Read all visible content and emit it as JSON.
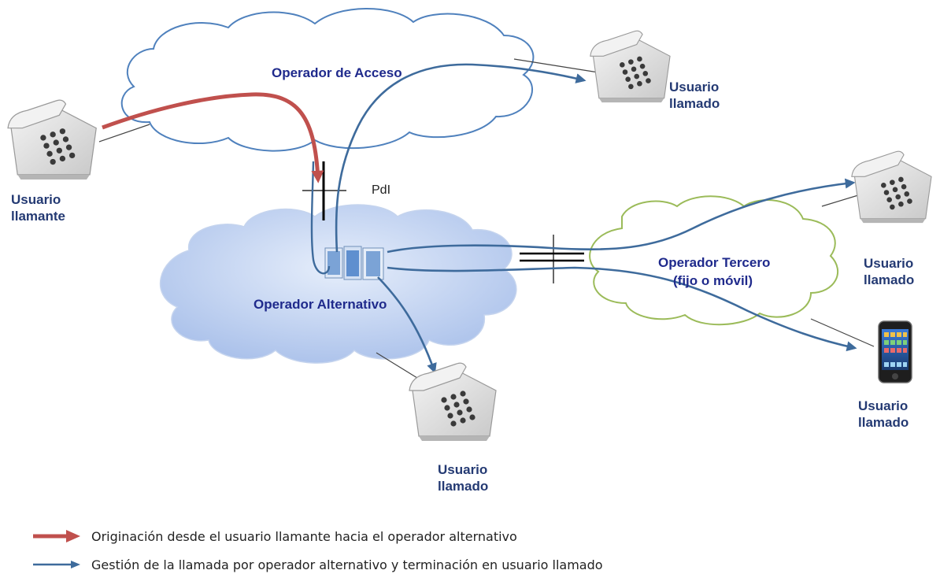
{
  "clouds": {
    "acceso": "Operador de Acceso",
    "alternativo": "Operador Alternativo",
    "tercero_line1": "Operador Tercero",
    "tercero_line2": "(fijo o móvil)"
  },
  "pdi": "PdI",
  "users": {
    "caller_line1": "Usuario",
    "caller_line2": "llamante",
    "called_line1": "Usuario",
    "called_line2": "llamado"
  },
  "legend": {
    "red_arrow": "Originación desde el usuario llamante hacia el operador alternativo",
    "blue_arrow": "Gestión de la llamada por operador alternativo y terminación en usuario llamado"
  },
  "colors": {
    "origination_arrow": "#c0504d",
    "management_arrow": "#3e6b9c",
    "access_cloud_stroke": "#4f81bd",
    "alt_cloud_fill": "#b9cdef",
    "third_cloud_stroke": "#9bbb59"
  }
}
